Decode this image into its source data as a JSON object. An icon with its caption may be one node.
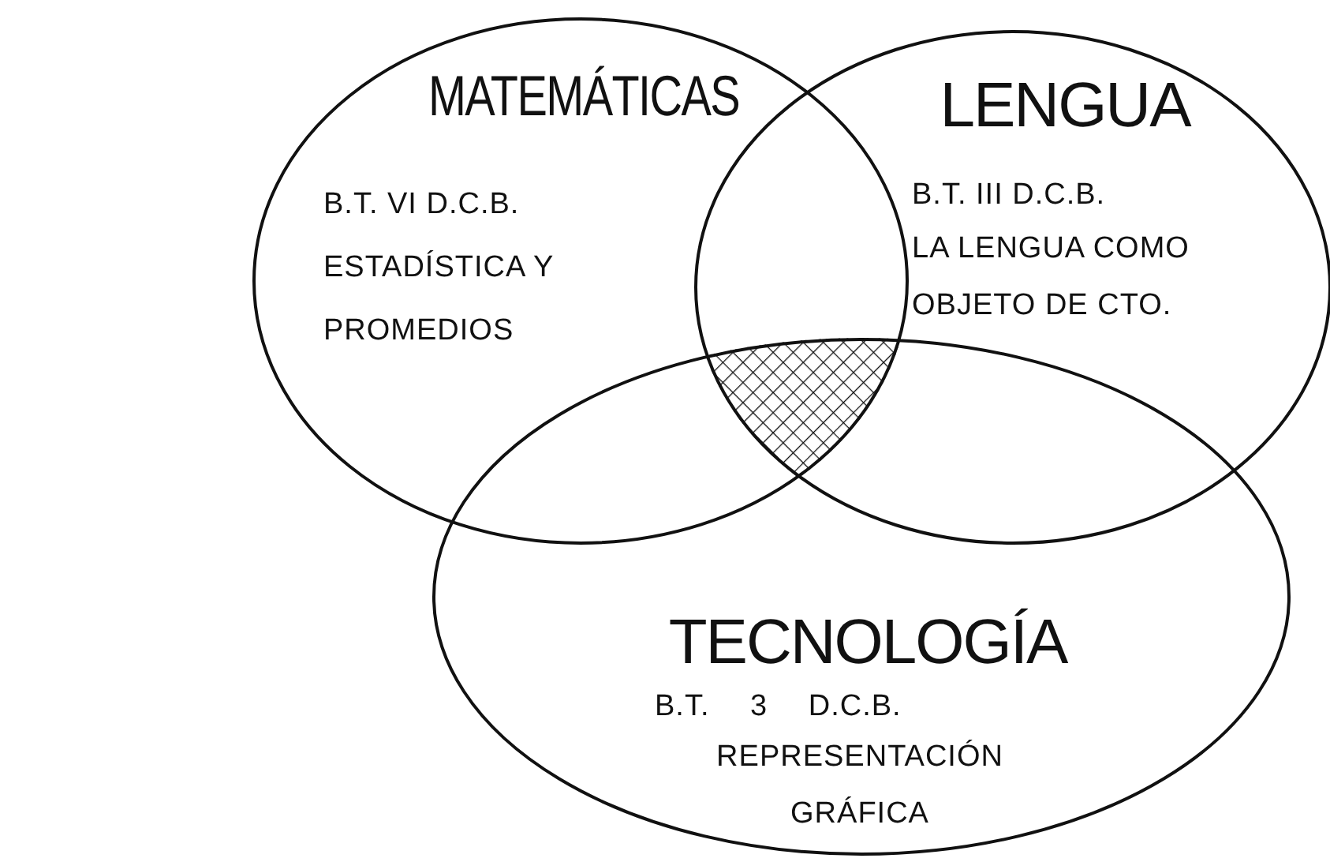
{
  "diagram": {
    "nodes": [
      {
        "text": [
          "MATEMÁTICAS",
          "B.T. VI D.C.B.",
          "ESTADÍSTICA Y PROMEDIOS"
        ]
      },
      {
        "text": [
          "LENGUA",
          "B.T. III D.C.B.",
          "LA LENGUA COMO OBJETO DE CTO."
        ]
      },
      {
        "text": [
          "TECNOLOGÍA",
          "B.T. 3 D.C.B.",
          "REPRESENTACIÓN GRÁFICA"
        ]
      },
      {
        "text": [],
        "shape": "hatching"
      }
    ]
  }
}
